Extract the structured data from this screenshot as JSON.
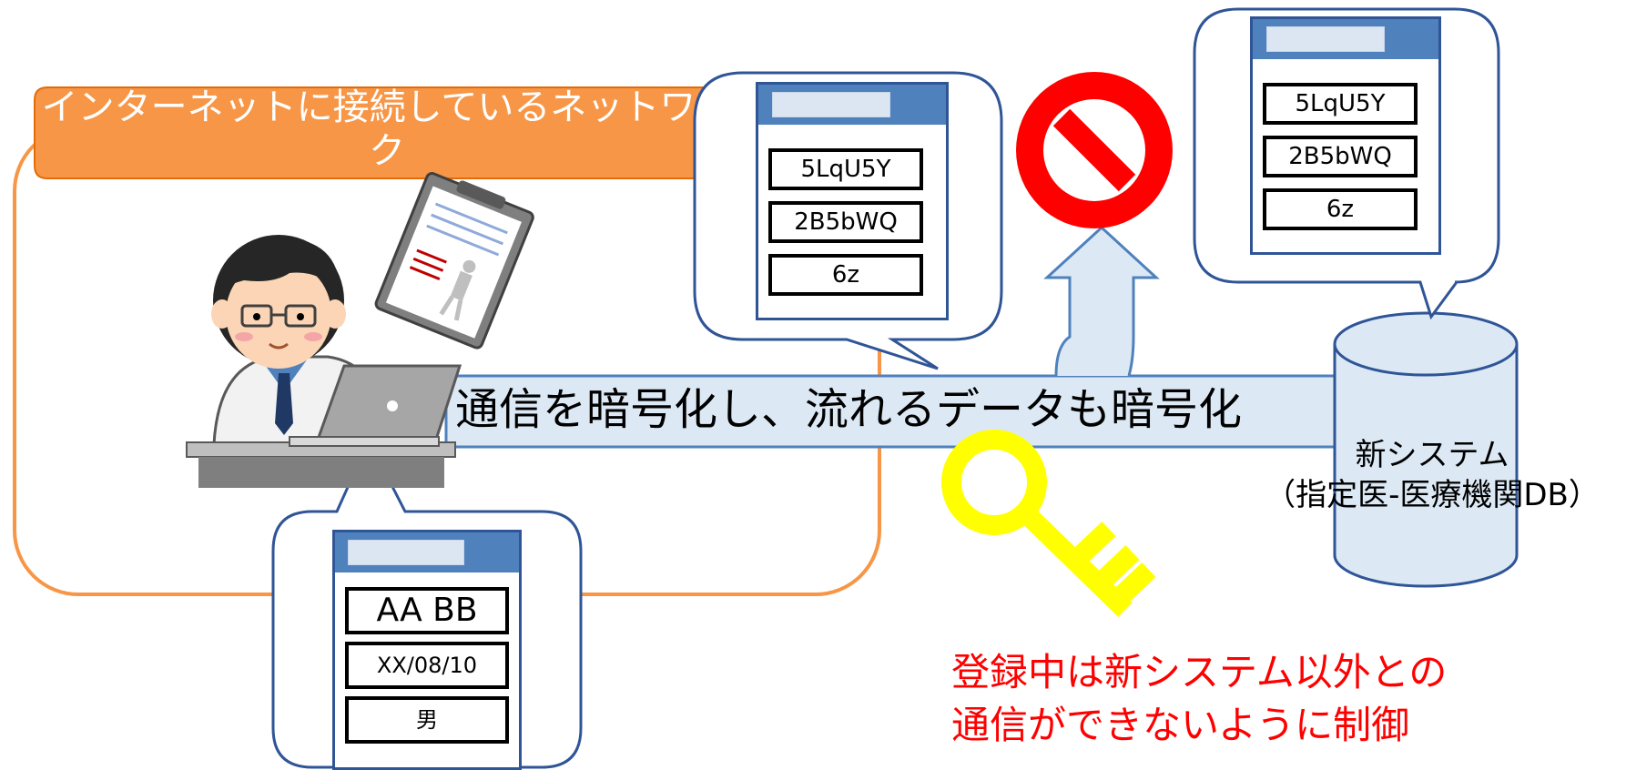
{
  "network_label": "インターネットに接続しているネットワーク",
  "pipe_label": "通信を暗号化し、流れるデータも暗号化",
  "database": {
    "line1": "新システム",
    "line2": "（指定医-医療機関DB）"
  },
  "warning": {
    "line1": "登録中は新システム以外との",
    "line2": "通信ができないように制御"
  },
  "local_form": {
    "name": "AA BB",
    "date": "XX/08/10",
    "sex": "男"
  },
  "transit_form": {
    "field1": "5LqU5Y",
    "field2": "2B5bWQ",
    "field3": "6z"
  },
  "db_form": {
    "field1": "5LqU5Y",
    "field2": "2B5bWQ",
    "field3": "6z"
  },
  "colors": {
    "network_border": "#f79646",
    "network_header": "#f79646",
    "bubble_border": "#2f5597",
    "pipe_fill": "#dce9f5",
    "pipe_border": "#4f81bd",
    "prohibited": "#ff0000",
    "key": "#ffff00",
    "warning_text": "#ff0000"
  },
  "icons": [
    "doctor-illustration",
    "laptop-icon",
    "clipboard-icon",
    "prohibited-icon",
    "key-icon",
    "database-cylinder-icon"
  ]
}
